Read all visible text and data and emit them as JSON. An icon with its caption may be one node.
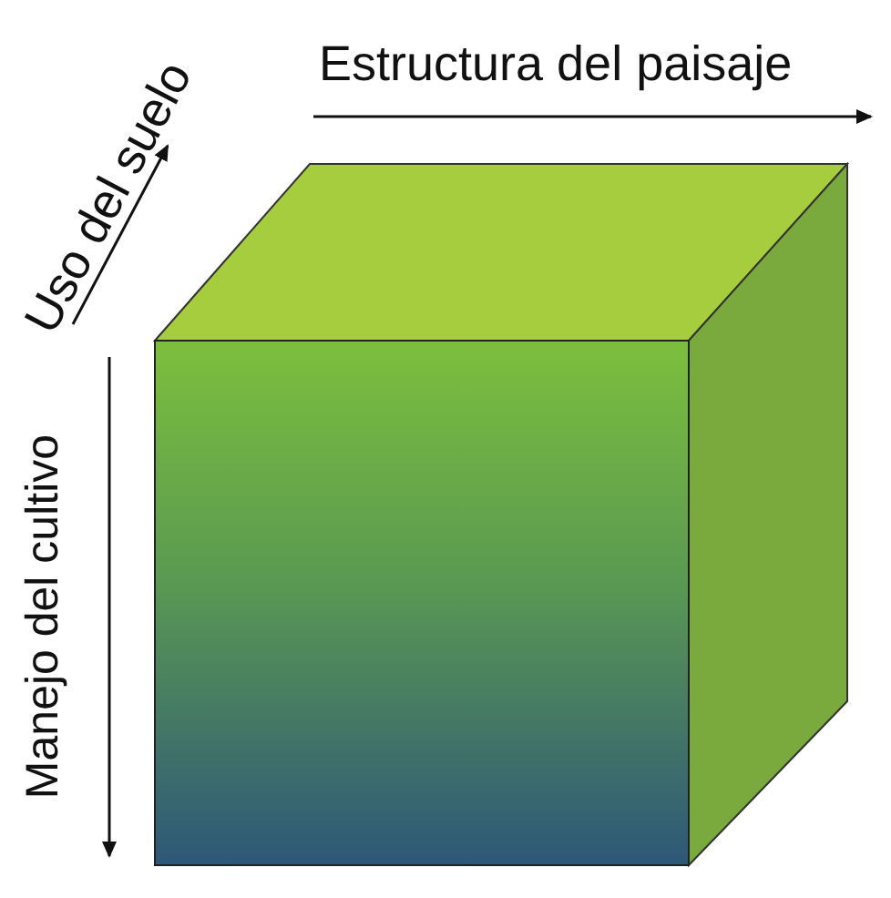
{
  "diagram": {
    "labels": [
      "Uso del suelo",
      "Estructura del paisaje",
      "Manejo del cultivo"
    ]
  }
}
